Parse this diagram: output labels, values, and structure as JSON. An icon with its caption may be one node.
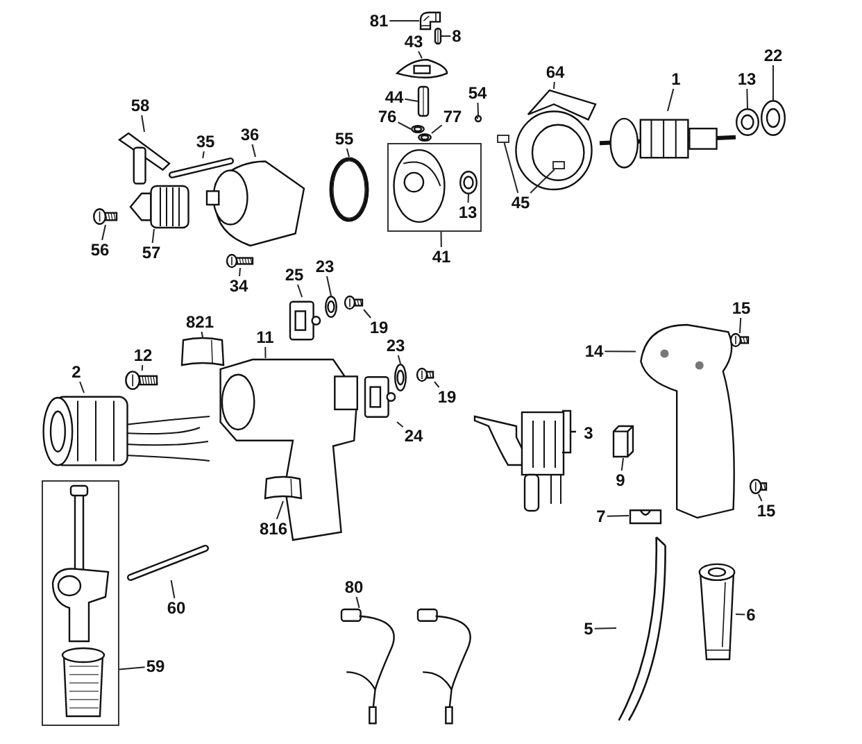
{
  "diagram": {
    "nodes": [
      {
        "text": [
          "81"
        ]
      },
      {
        "text": [],
        "shape": "picture"
      },
      {
        "text": [
          "8"
        ]
      },
      {
        "text": [],
        "shape": "picture"
      },
      {
        "text": [
          "43"
        ]
      },
      {
        "text": [],
        "shape": "picture"
      },
      {
        "text": [
          "44"
        ]
      },
      {
        "text": [],
        "shape": "picture"
      },
      {
        "text": [
          "54"
        ]
      },
      {
        "text": [],
        "shape": "picture"
      },
      {
        "text": [
          "76"
        ]
      },
      {
        "text": [],
        "shape": "picture"
      },
      {
        "text": [
          "77"
        ]
      },
      {
        "text": [],
        "shape": "picture"
      },
      {
        "text": [
          "64"
        ]
      },
      {
        "text": [],
        "shape": "picture"
      },
      {
        "text": [
          "1"
        ]
      },
      {
        "text": [],
        "shape": "picture"
      },
      {
        "text": [
          "13"
        ]
      },
      {
        "text": [],
        "shape": "picture"
      },
      {
        "text": [
          "22"
        ]
      },
      {
        "text": [],
        "shape": "picture"
      },
      {
        "text": [
          "58"
        ]
      },
      {
        "text": [],
        "shape": "picture"
      },
      {
        "text": [
          "35"
        ]
      },
      {
        "text": [],
        "shape": "picture"
      },
      {
        "text": [
          "36"
        ]
      },
      {
        "text": [],
        "shape": "picture"
      },
      {
        "text": [
          "55"
        ]
      },
      {
        "text": [],
        "shape": "picture"
      },
      {
        "text": [],
        "shape": "box"
      },
      {
        "text": [],
        "shape": "picture",
        "in": 30
      },
      {
        "text": [
          "13"
        ],
        "in": 30
      },
      {
        "text": [],
        "shape": "picture",
        "in": 30
      },
      {
        "text": [
          "41"
        ]
      },
      {
        "text": [
          "45"
        ]
      },
      {
        "text": [],
        "shape": "box"
      },
      {
        "text": [],
        "shape": "box",
        "in": 15
      },
      {
        "text": [
          "56"
        ]
      },
      {
        "text": [],
        "shape": "picture"
      },
      {
        "text": [
          "57"
        ]
      },
      {
        "text": [],
        "shape": "picture"
      },
      {
        "text": [
          "34"
        ]
      },
      {
        "text": [],
        "shape": "picture"
      },
      {
        "text": [
          "23"
        ]
      },
      {
        "text": [],
        "shape": "picture"
      },
      {
        "text": [
          "25"
        ]
      },
      {
        "text": [],
        "shape": "picture"
      },
      {
        "text": [
          "19"
        ]
      },
      {
        "text": [],
        "shape": "picture"
      },
      {
        "text": [
          "821"
        ]
      },
      {
        "text": [],
        "shape": "picture"
      },
      {
        "text": [
          "11"
        ]
      },
      {
        "text": [],
        "shape": "picture"
      },
      {
        "text": [
          "12"
        ]
      },
      {
        "text": [],
        "shape": "picture"
      },
      {
        "text": [
          "2"
        ]
      },
      {
        "text": [],
        "shape": "picture"
      },
      {
        "text": [
          "23"
        ]
      },
      {
        "text": [],
        "shape": "picture"
      },
      {
        "text": [
          "19"
        ]
      },
      {
        "text": [],
        "shape": "picture"
      },
      {
        "text": [
          "24"
        ]
      },
      {
        "text": [],
        "shape": "picture"
      },
      {
        "text": [
          "816"
        ]
      },
      {
        "text": [],
        "shape": "picture"
      },
      {
        "text": [
          "9"
        ]
      },
      {
        "text": [],
        "shape": "picture"
      },
      {
        "text": [
          "14"
        ]
      },
      {
        "text": [],
        "shape": "picture"
      },
      {
        "text": [
          "15"
        ]
      },
      {
        "text": [],
        "shape": "picture"
      },
      {
        "text": [
          "15"
        ]
      },
      {
        "text": [],
        "shape": "picture"
      },
      {
        "text": [
          "7"
        ]
      },
      {
        "text": [],
        "shape": "picture"
      },
      {
        "text": [
          "5"
        ]
      },
      {
        "text": [],
        "shape": "picture"
      },
      {
        "text": [
          "6"
        ]
      },
      {
        "text": [],
        "shape": "picture"
      },
      {
        "text": [
          "60"
        ]
      },
      {
        "text": [],
        "shape": "picture"
      },
      {
        "text": [],
        "shape": "box"
      },
      {
        "text": [
          "59"
        ]
      },
      {
        "text": [
          "80"
        ]
      },
      {
        "text": [],
        "shape": "picture"
      }
    ],
    "edges": [
      {
        "from": 0,
        "to": 1,
        "arrow": "none"
      },
      {
        "from": 2,
        "to": 3,
        "arrow": "none"
      },
      {
        "from": 4,
        "to": 5,
        "arrow": "none"
      },
      {
        "from": 6,
        "to": 7,
        "arrow": "none"
      },
      {
        "from": 8,
        "to": 9,
        "arrow": "none"
      },
      {
        "from": 10,
        "to": 11,
        "arrow": "none"
      },
      {
        "from": 12,
        "to": 13,
        "arrow": "none"
      },
      {
        "from": 14,
        "to": 15,
        "arrow": "none"
      },
      {
        "from": 16,
        "to": 17,
        "arrow": "none"
      },
      {
        "from": 18,
        "to": 19,
        "arrow": "none"
      },
      {
        "from": 20,
        "to": 21,
        "arrow": "none"
      },
      {
        "from": 22,
        "to": 23,
        "arrow": "none"
      },
      {
        "from": 24,
        "to": 25,
        "arrow": "none"
      },
      {
        "from": 26,
        "to": 27,
        "arrow": "none"
      },
      {
        "from": 28,
        "to": 29,
        "arrow": "none"
      },
      {
        "from": 32,
        "to": 33,
        "arrow": "none"
      },
      {
        "from": 34,
        "to": 30,
        "arrow": "none"
      },
      {
        "from": 35,
        "to": 36,
        "arrow": "none"
      },
      {
        "from": 35,
        "to": 37,
        "arrow": "none"
      },
      {
        "from": 38,
        "to": 39,
        "arrow": "none"
      },
      {
        "from": 40,
        "to": 41,
        "arrow": "none"
      },
      {
        "from": 42,
        "to": 43,
        "arrow": "none"
      },
      {
        "from": 44,
        "to": 45,
        "arrow": "none"
      },
      {
        "from": 46,
        "to": 47,
        "arrow": "none"
      },
      {
        "from": 48,
        "to": 49,
        "arrow": "none"
      },
      {
        "from": 50,
        "to": 51,
        "arrow": "none"
      },
      {
        "from": 52,
        "to": 53,
        "arrow": "none"
      },
      {
        "from": 54,
        "to": 55,
        "arrow": "none"
      },
      {
        "from": 56,
        "to": 57,
        "arrow": "none"
      },
      {
        "from": 58,
        "to": 59,
        "arrow": "none"
      },
      {
        "from": 60,
        "to": 61,
        "arrow": "none"
      },
      {
        "from": 62,
        "to": 63,
        "arrow": "none"
      },
      {
        "from": 64,
        "to": 65,
        "arrow": "none"
      },
      {
        "from": 66,
        "to": 67,
        "arrow": "none"
      },
      {
        "from": 68,
        "to": 69,
        "arrow": "none"
      },
      {
        "from": 70,
        "to": 71,
        "arrow": "none"
      },
      {
        "from": 72,
        "to": 73,
        "arrow": "none"
      },
      {
        "from": 74,
        "to": 75,
        "arrow": "none"
      },
      {
        "from": 76,
        "to": 77,
        "arrow": "none"
      },
      {
        "from": 78,
        "to": 79,
        "arrow": "none"
      },
      {
        "from": 80,
        "to": 81,
        "arrow": "none"
      },
      {
        "from": 83,
        "to": 82,
        "arrow": "none"
      },
      {
        "from": 84,
        "to": 85,
        "arrow": "none"
      }
    ],
    "labels": [
      "3"
    ]
  }
}
